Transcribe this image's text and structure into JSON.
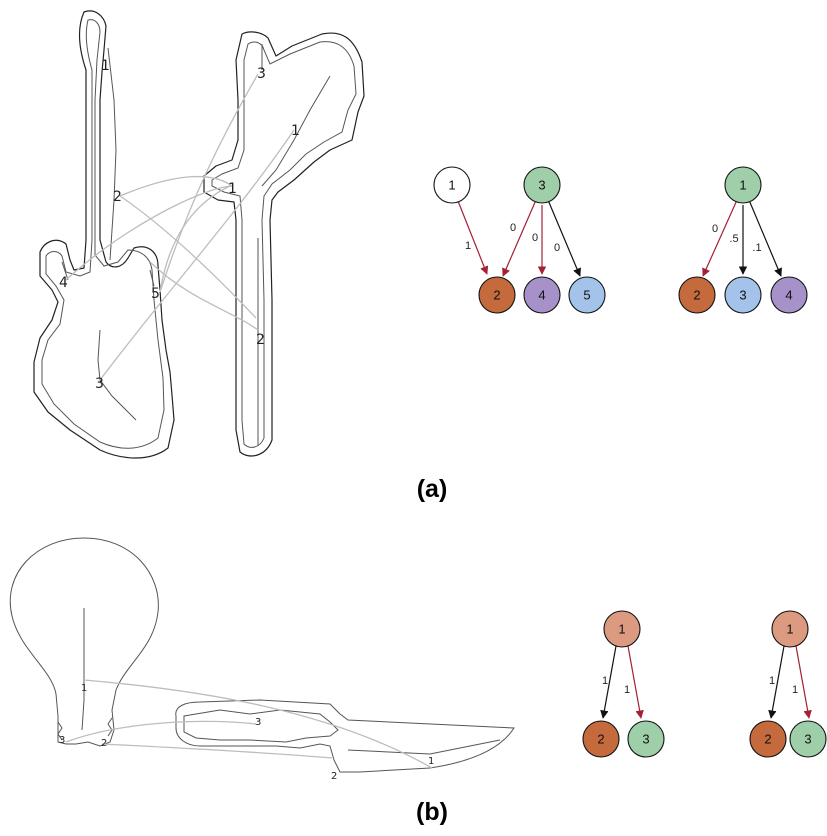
{
  "colors": {
    "white": "#ffffff",
    "green": "#9fcfa9",
    "orange": "#c46a3c",
    "purple": "#a692c8",
    "blue": "#a3c3ea",
    "salmon": "#dc9b80",
    "edge_red": "#a32035",
    "edge_black": "#111111",
    "match_gray": "#bdbdbd"
  },
  "panel_a": {
    "label": "(a)",
    "guitar_labels": [
      "1",
      "2",
      "4",
      "5",
      "3"
    ],
    "shape2_labels": [
      "3",
      "1",
      "1",
      "2"
    ],
    "graph_left": {
      "nodes": [
        {
          "id": "1",
          "color": "white"
        },
        {
          "id": "3",
          "color": "green"
        },
        {
          "id": "2",
          "color": "orange"
        },
        {
          "id": "4",
          "color": "purple"
        },
        {
          "id": "5",
          "color": "blue"
        }
      ],
      "edges": [
        {
          "from": "1",
          "to": "2",
          "label": "1",
          "color": "edge_red"
        },
        {
          "from": "3",
          "to": "2",
          "label": "0",
          "color": "edge_red"
        },
        {
          "from": "3",
          "to": "4",
          "label": "0",
          "color": "edge_red"
        },
        {
          "from": "3",
          "to": "5",
          "label": "0",
          "color": "edge_black"
        }
      ]
    },
    "graph_right": {
      "nodes": [
        {
          "id": "1",
          "color": "green"
        },
        {
          "id": "2",
          "color": "orange"
        },
        {
          "id": "3",
          "color": "blue"
        },
        {
          "id": "4",
          "color": "purple"
        }
      ],
      "edges": [
        {
          "from": "1",
          "to": "2",
          "label": "0",
          "color": "edge_red"
        },
        {
          "from": "1",
          "to": "3",
          "label": ".5",
          "color": "edge_black"
        },
        {
          "from": "1",
          "to": "4",
          "label": ".1",
          "color": "edge_black"
        }
      ]
    }
  },
  "panel_b": {
    "label": "(b)",
    "bulb_labels": [
      "1",
      "3",
      "2"
    ],
    "knife_labels": [
      "3",
      "1",
      "2"
    ],
    "graph_left": {
      "nodes": [
        {
          "id": "1",
          "color": "salmon"
        },
        {
          "id": "2",
          "color": "orange"
        },
        {
          "id": "3",
          "color": "green"
        }
      ],
      "edges": [
        {
          "from": "1",
          "to": "2",
          "label": "1",
          "color": "edge_black"
        },
        {
          "from": "1",
          "to": "3",
          "label": "1",
          "color": "edge_red"
        }
      ]
    },
    "graph_right": {
      "nodes": [
        {
          "id": "1",
          "color": "salmon"
        },
        {
          "id": "2",
          "color": "orange"
        },
        {
          "id": "3",
          "color": "green"
        }
      ],
      "edges": [
        {
          "from": "1",
          "to": "2",
          "label": "1",
          "color": "edge_black"
        },
        {
          "from": "1",
          "to": "3",
          "label": "1",
          "color": "edge_red"
        }
      ]
    }
  }
}
